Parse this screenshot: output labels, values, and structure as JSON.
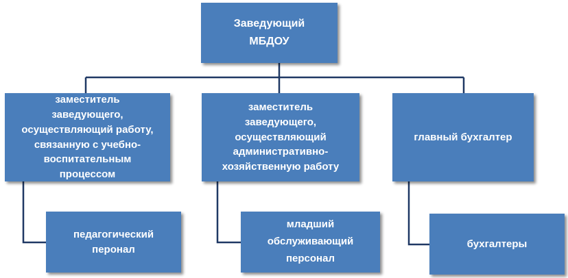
{
  "colors": {
    "box_fill": "#4a7ebb",
    "box_text": "#ffffff",
    "connector": "#1f3864"
  },
  "nodes": {
    "head": "Заведующий\nМБДОУ",
    "deputy_education": "заместитель\nзаведующего,\nосуществляющий работу,\nсвязанную с учебно-\nвоспитательным\nпроцессом",
    "deputy_admin": "заместитель\nзаведующего,\nосуществляющий\nадминистративно-\nхозяйственную работу",
    "chief_accountant": "главный бухгалтер",
    "pedagogical_staff": "педагогический\nперонал",
    "junior_staff": "младший\nобслуживающий\nперсонал",
    "accountants": "бухгалтеры"
  }
}
